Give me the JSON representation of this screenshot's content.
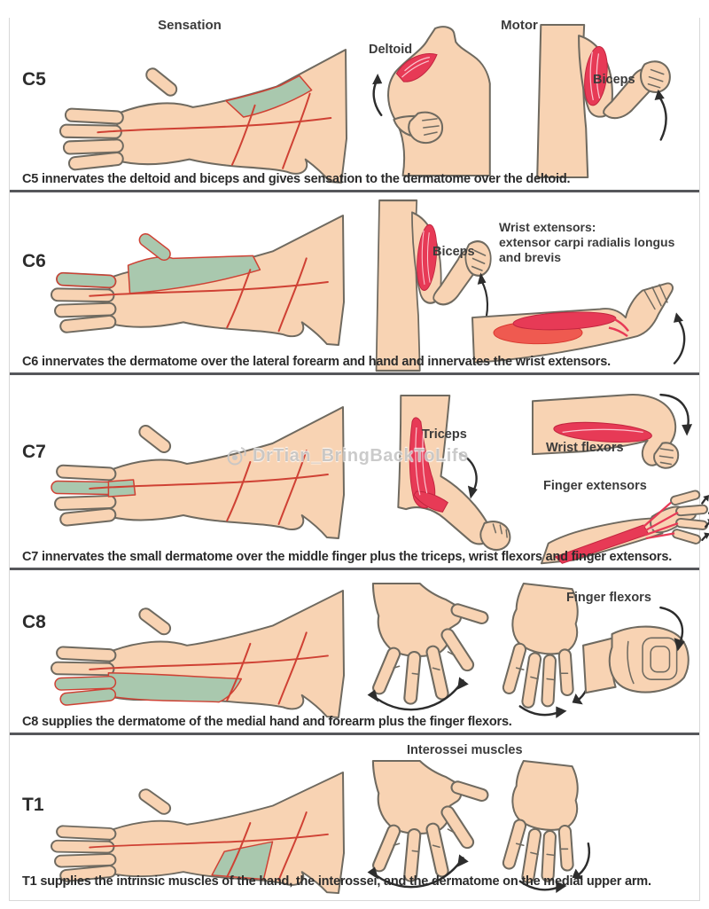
{
  "page": {
    "headers": {
      "sensation": "Sensation",
      "motor": "Motor"
    },
    "watermark": {
      "text": "DrTian_BringBackToLife",
      "icon": "camera-swirl-icon"
    },
    "palette": {
      "skin": "#F8D3B3",
      "dermatome_green": "#A9C8AE",
      "dermatome_line_red": "#CF4134",
      "muscle_red": "#E73A56",
      "separator_gray": "#56575B",
      "caption_text": "#2B2B2B"
    },
    "rows": [
      {
        "level": "C5",
        "motor_labels": [
          "Deltoid",
          "Biceps"
        ],
        "caption": "C5 innervates the deltoid and biceps and gives sensation to the dermatome over the deltoid."
      },
      {
        "level": "C6",
        "motor_labels": [
          "Biceps",
          "Wrist extensors:\nextensor carpi radialis longus\nand brevis"
        ],
        "caption": "C6 innervates the dermatome over the lateral forearm and hand and innervates the wrist extensors."
      },
      {
        "level": "C7",
        "motor_labels": [
          "Triceps",
          "Wrist flexors",
          "Finger extensors"
        ],
        "caption": "C7 innervates the small dermatome over the middle finger plus the triceps, wrist flexors and finger extensors."
      },
      {
        "level": "C8",
        "motor_labels": [
          "Finger flexors"
        ],
        "caption": "C8 supplies the dermatome of the medial hand and forearm plus the finger flexors."
      },
      {
        "level": "T1",
        "motor_labels": [
          "Interossei muscles"
        ],
        "caption": "T1 supplies the intrinsic muscles of the hand, the interossei, and the dermatome on the medial upper arm."
      }
    ]
  }
}
